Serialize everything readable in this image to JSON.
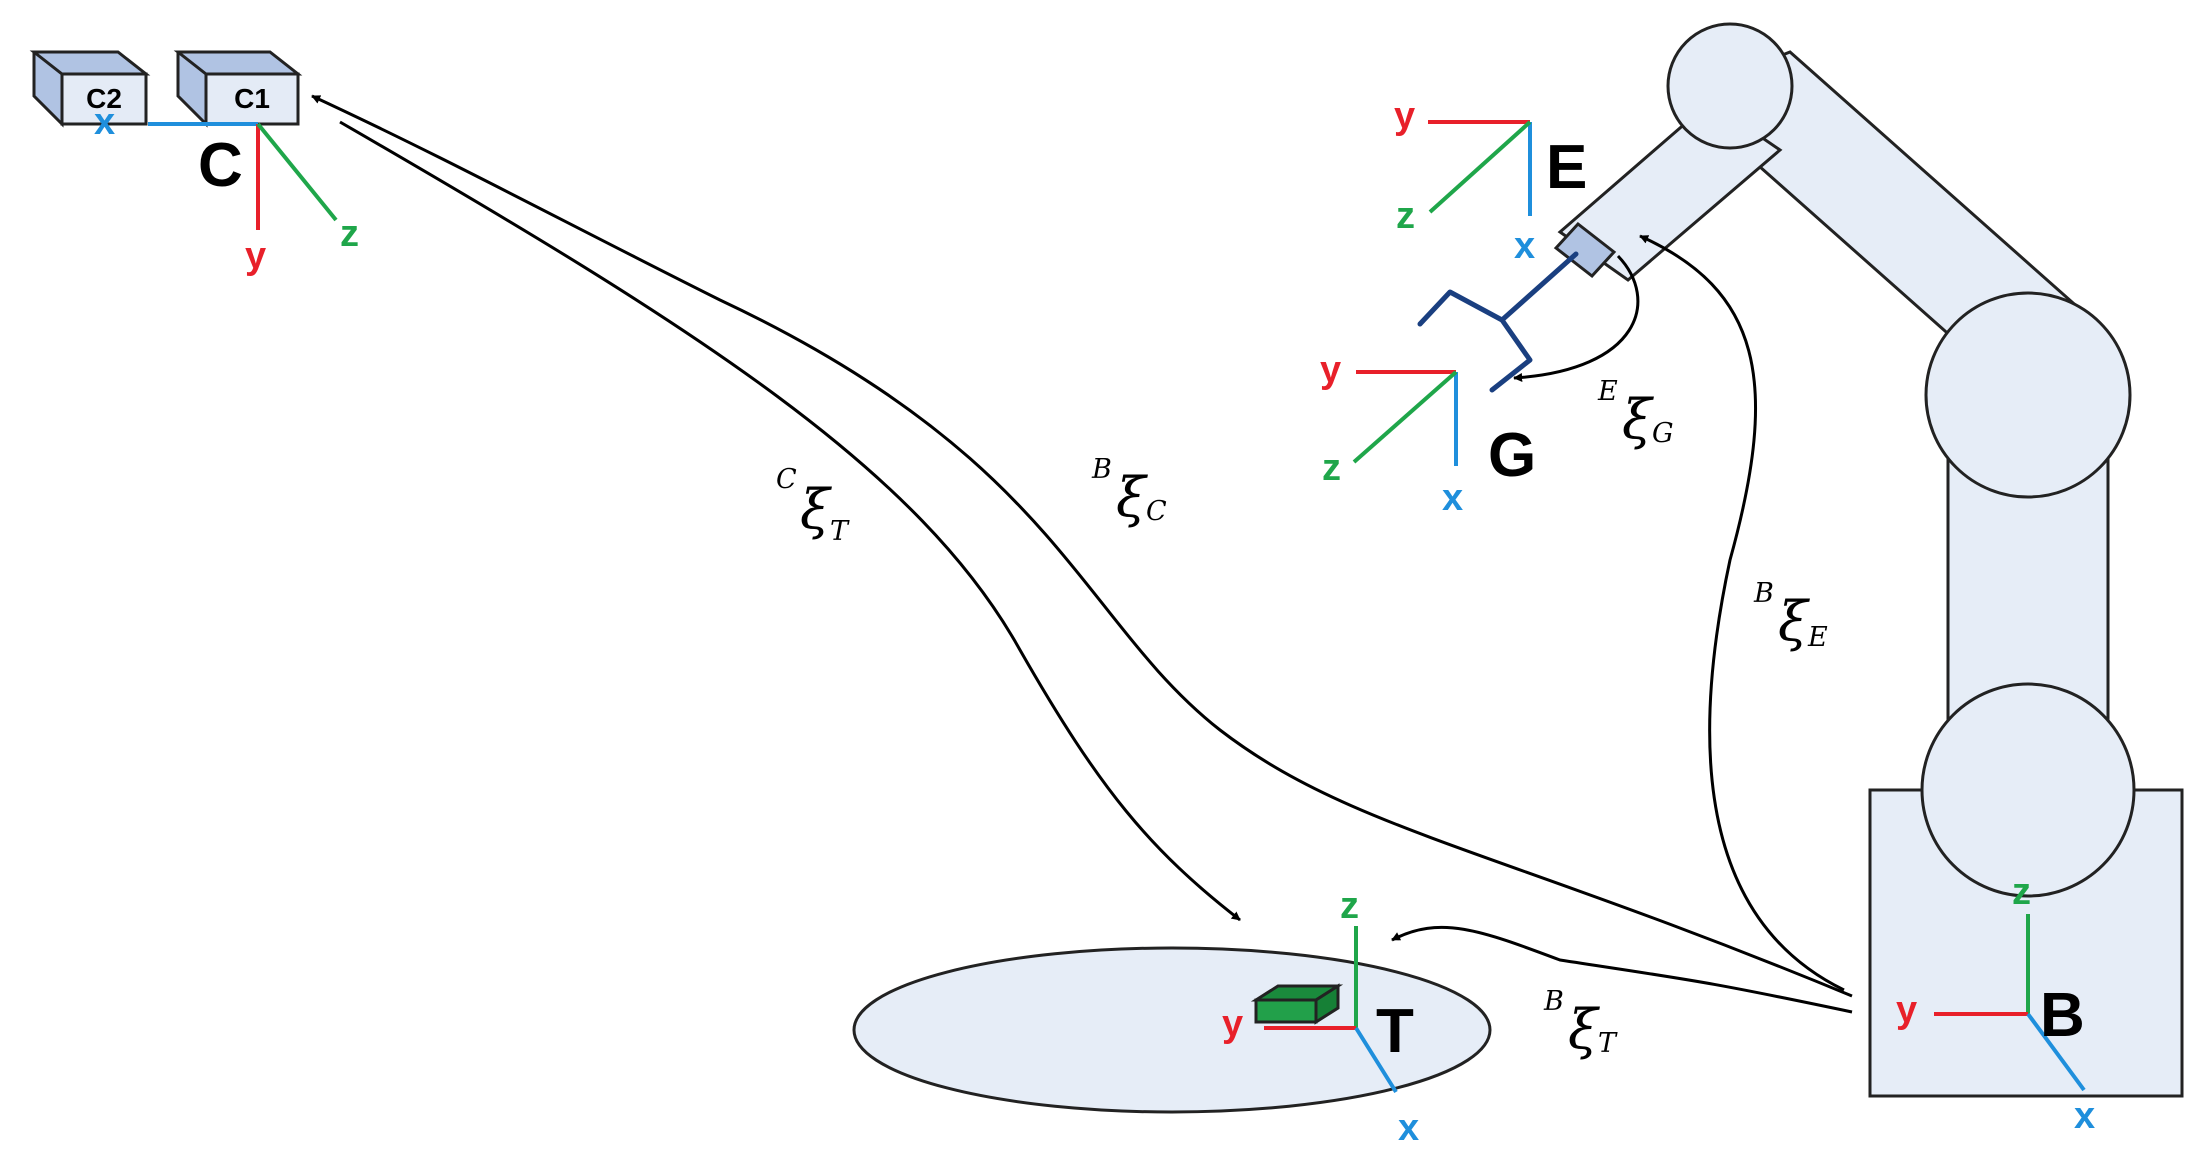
{
  "colors": {
    "axis_x": "#1f8fdc",
    "axis_y": "#e8202a",
    "axis_z": "#1fa64a",
    "robot_fill": "#e6edf7",
    "robot_stroke": "#222222",
    "camera_front": "#e4ebf6",
    "camera_side": "#b0c3e3",
    "gripper": "#1a3f80",
    "target_box": "#22a04a",
    "table_fill": "#e6edf7",
    "arrow": "#000000"
  },
  "icons": {
    "robot": "robot-arm-icon",
    "camera": "stereo-camera-icon",
    "gripper": "gripper-icon",
    "target": "target-object-icon"
  },
  "cameras": {
    "left": "C2",
    "right": "C1"
  },
  "frames": {
    "C": {
      "name": "C",
      "x": "x",
      "y": "y",
      "z": "z"
    },
    "E": {
      "name": "E",
      "x": "x",
      "y": "y",
      "z": "z"
    },
    "G": {
      "name": "G",
      "x": "x",
      "y": "y",
      "z": "z"
    },
    "T": {
      "name": "T",
      "x": "x",
      "y": "y",
      "z": "z"
    },
    "B": {
      "name": "B",
      "x": "x",
      "y": "y",
      "z": "z"
    }
  },
  "transforms": {
    "CT": {
      "sup": "C",
      "sym": "ξ",
      "sub": "T"
    },
    "BC": {
      "sup": "B",
      "sym": "ξ",
      "sub": "C"
    },
    "EG": {
      "sup": "E",
      "sym": "ξ",
      "sub": "G"
    },
    "BE": {
      "sup": "B",
      "sym": "ξ",
      "sub": "E"
    },
    "BT": {
      "sup": "B",
      "sym": "ξ",
      "sub": "T"
    }
  }
}
